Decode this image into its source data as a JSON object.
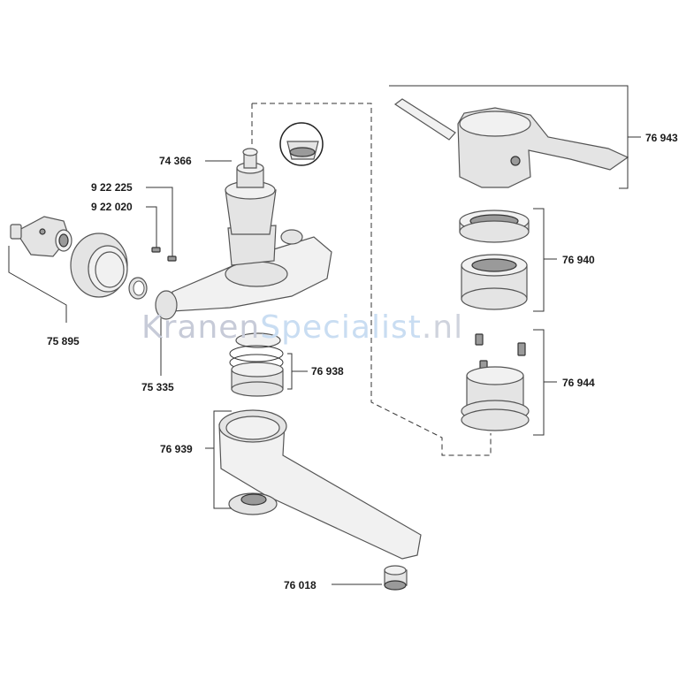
{
  "labels": {
    "p74366": "74 366",
    "p922225": "9 22 225",
    "p922020": "9 22 020",
    "p75895": "75 895",
    "p75335": "75 335",
    "p76938": "76 938",
    "p76939": "76 939",
    "p76018": "76 018",
    "p76943": "76 943",
    "p76940": "76 940",
    "p76944": "76 944"
  },
  "watermark": {
    "part1": "Kranen",
    "part2": "Specialist",
    "part3": ".nl"
  },
  "colors": {
    "background": "#ffffff",
    "part_fill": "#e4e4e4",
    "outline": "#555555",
    "watermark_blue": "#c9ddf2"
  }
}
